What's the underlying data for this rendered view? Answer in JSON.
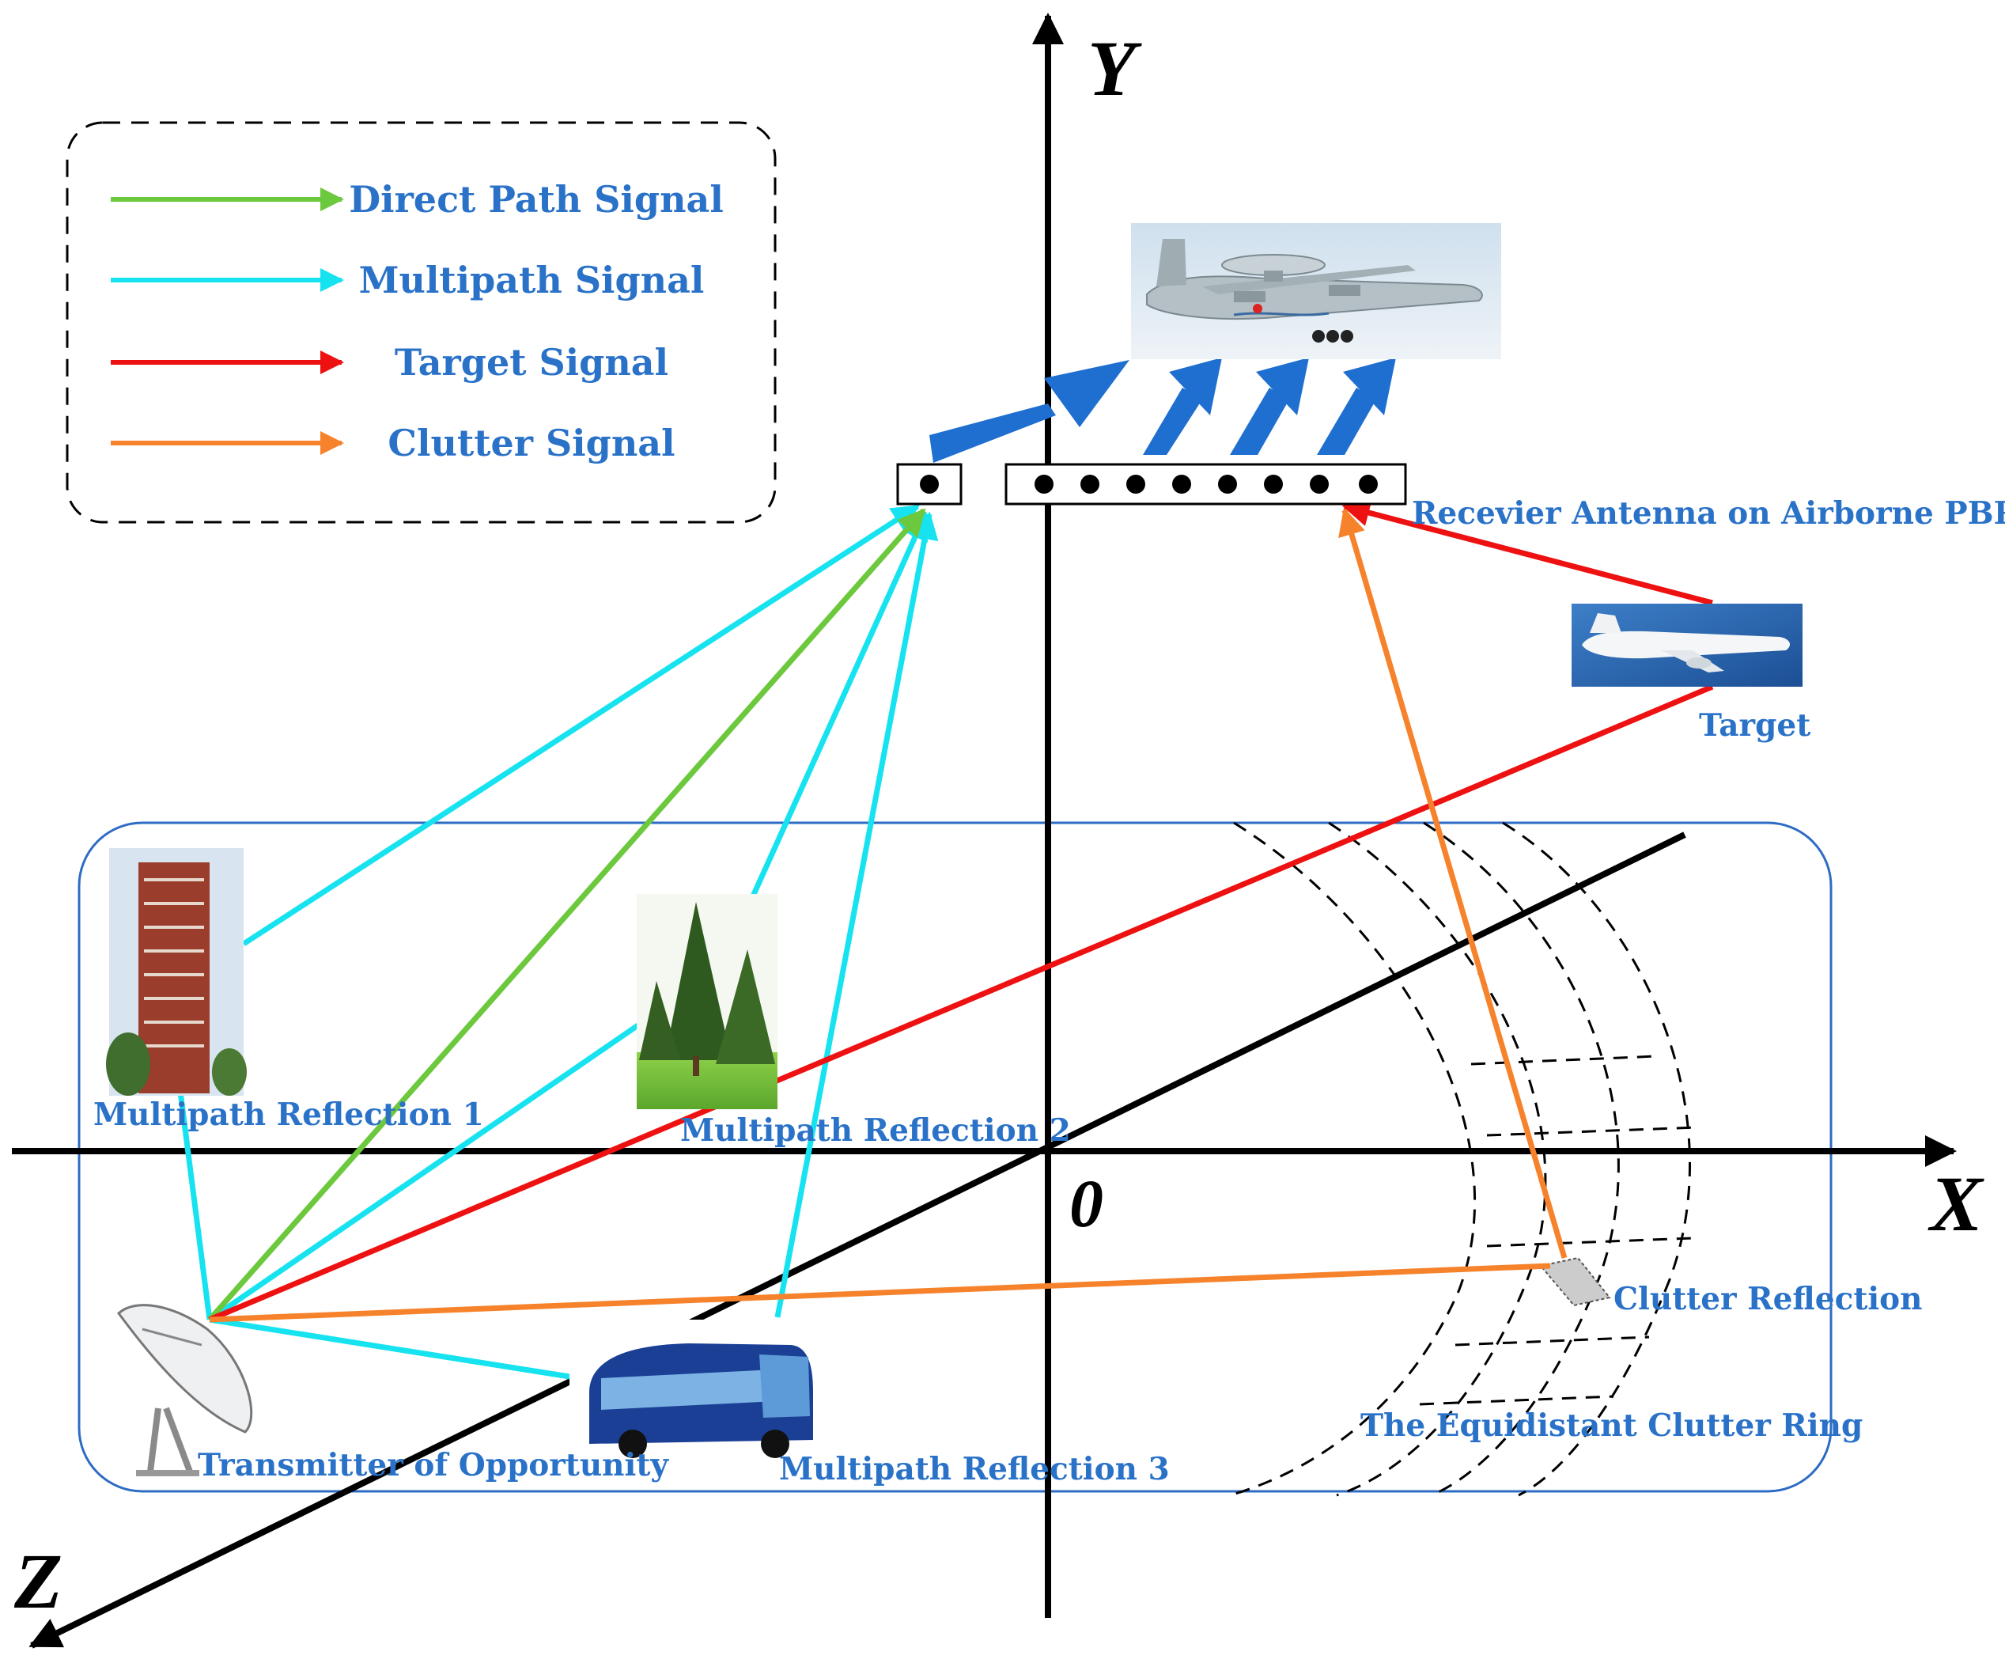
{
  "colors": {
    "direct": "#6cc83c",
    "multipath": "#17e3f0",
    "target": "#ee1111",
    "clutter": "#f6832c",
    "label": "#2a72c8",
    "beam": "#1f6fd0",
    "ground_box": "#2e6cc4"
  },
  "legend": {
    "items": [
      {
        "label": "Direct Path Signal",
        "color": "#6cc83c"
      },
      {
        "label": "Multipath Signal",
        "color": "#17e3f0"
      },
      {
        "label": "Target Signal",
        "color": "#ee1111"
      },
      {
        "label": "Clutter Signal",
        "color": "#f6832c"
      }
    ]
  },
  "axes": {
    "x": "X",
    "y": "Y",
    "z": "Z",
    "origin": "0"
  },
  "labels": {
    "receiver": "Recevier Antenna on Airborne PBR",
    "target": "Target",
    "reflection1": "Multipath Reflection 1",
    "reflection2": "Multipath Reflection 2",
    "reflection3": "Multipath Reflection 3",
    "transmitter": "Transmitter of Opportunity",
    "clutter_reflection": "Clutter Reflection",
    "clutter_ring": "The Equidistant Clutter Ring"
  },
  "icons": {
    "aircraft": "awacs-aircraft-icon",
    "target": "passenger-jet-icon",
    "building": "tall-building-icon",
    "trees": "trees-icon",
    "bus": "bus-icon",
    "dish": "satellite-dish-icon"
  }
}
